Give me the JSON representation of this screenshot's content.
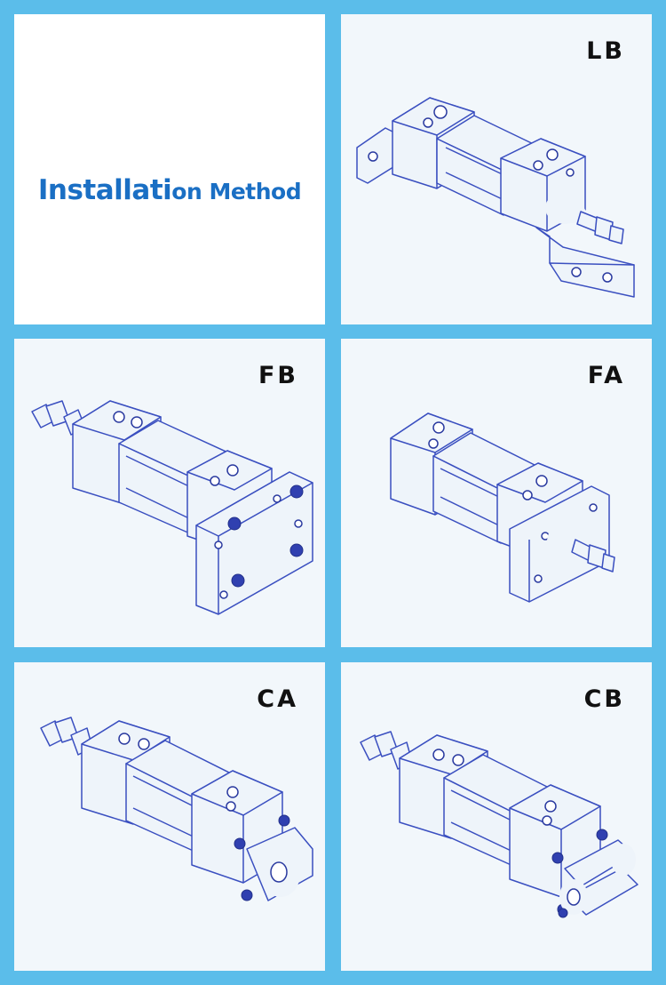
{
  "title": {
    "part1": "Installati",
    "part2": "on Method"
  },
  "panels": [
    {
      "id": "LB",
      "label": "LB"
    },
    {
      "id": "FB",
      "label": "FB"
    },
    {
      "id": "FA",
      "label": "FA"
    },
    {
      "id": "CA",
      "label": "CA"
    },
    {
      "id": "CB",
      "label": "CB"
    }
  ],
  "colors": {
    "background": "#5bbdea",
    "title": "#1a6fc4",
    "drawing": "#3a4fc0"
  }
}
